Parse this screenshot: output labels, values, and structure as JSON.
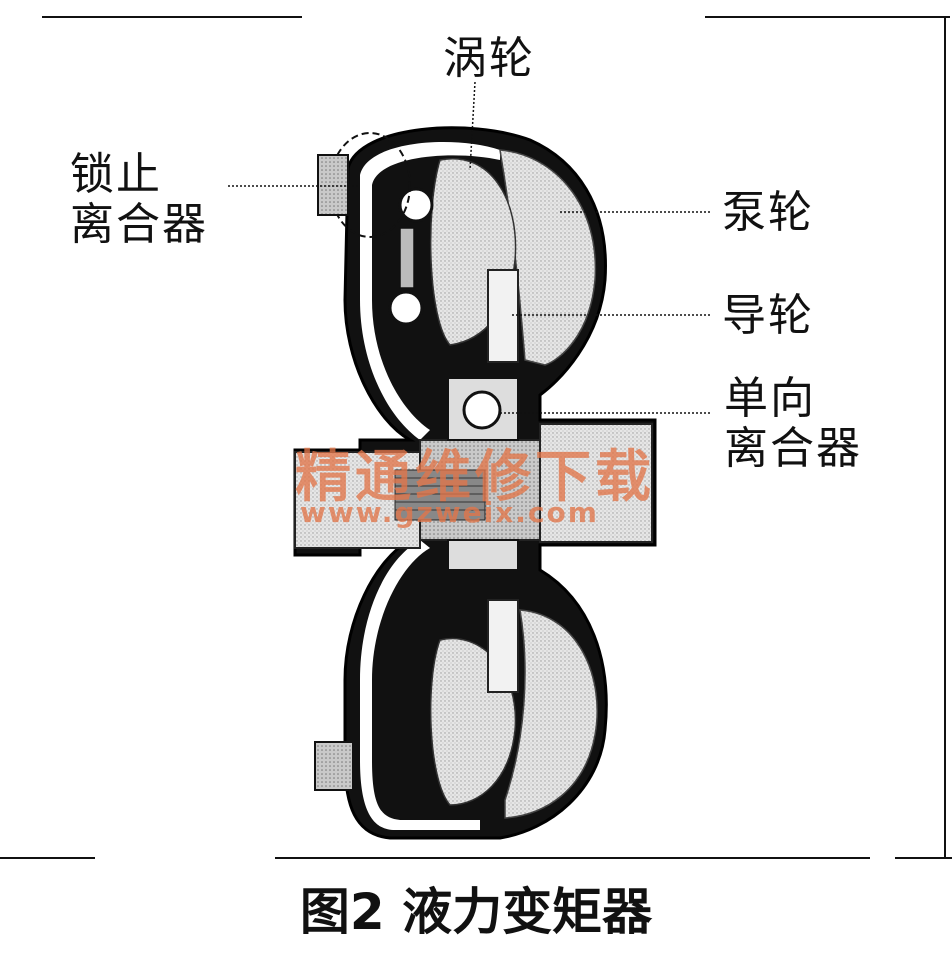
{
  "labels": {
    "turbine": "涡轮",
    "lockup_line1": "锁止",
    "lockup_line2": "离合器",
    "pump": "泵轮",
    "stator": "导轮",
    "oneway_line1": "单向",
    "oneway_line2": "离合器"
  },
  "caption": "图2 液力变矩器",
  "watermark": {
    "text": "精通维修下载",
    "url": "www.gzweix.com",
    "color": "#e2764a"
  }
}
